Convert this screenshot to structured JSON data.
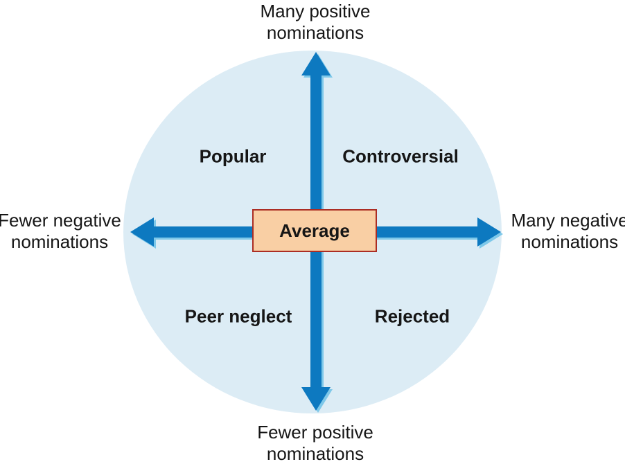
{
  "diagram": {
    "title_semantics": "Sociometric status quadrant diagram",
    "axis_labels": {
      "top": {
        "line1": "Many positive",
        "line2": "nominations"
      },
      "bottom": {
        "line1": "Fewer positive",
        "line2": "nominations"
      },
      "left": {
        "line1": "Fewer negative",
        "line2": "nominations"
      },
      "right": {
        "line1": "Many negative",
        "line2": "nominations"
      }
    },
    "quadrants": {
      "top_left": "Popular",
      "top_right": "Controversial",
      "bottom_left": "Peer neglect",
      "bottom_right": "Rejected"
    },
    "center_label": "Average",
    "colors": {
      "circle_fill": "#dcecf5",
      "arrow": "#0d79c0",
      "arrow_highlight": "#7ec8e9",
      "center_box_fill": "#f9cfa4",
      "center_box_border": "#ab2d24",
      "text": "#161616"
    }
  }
}
